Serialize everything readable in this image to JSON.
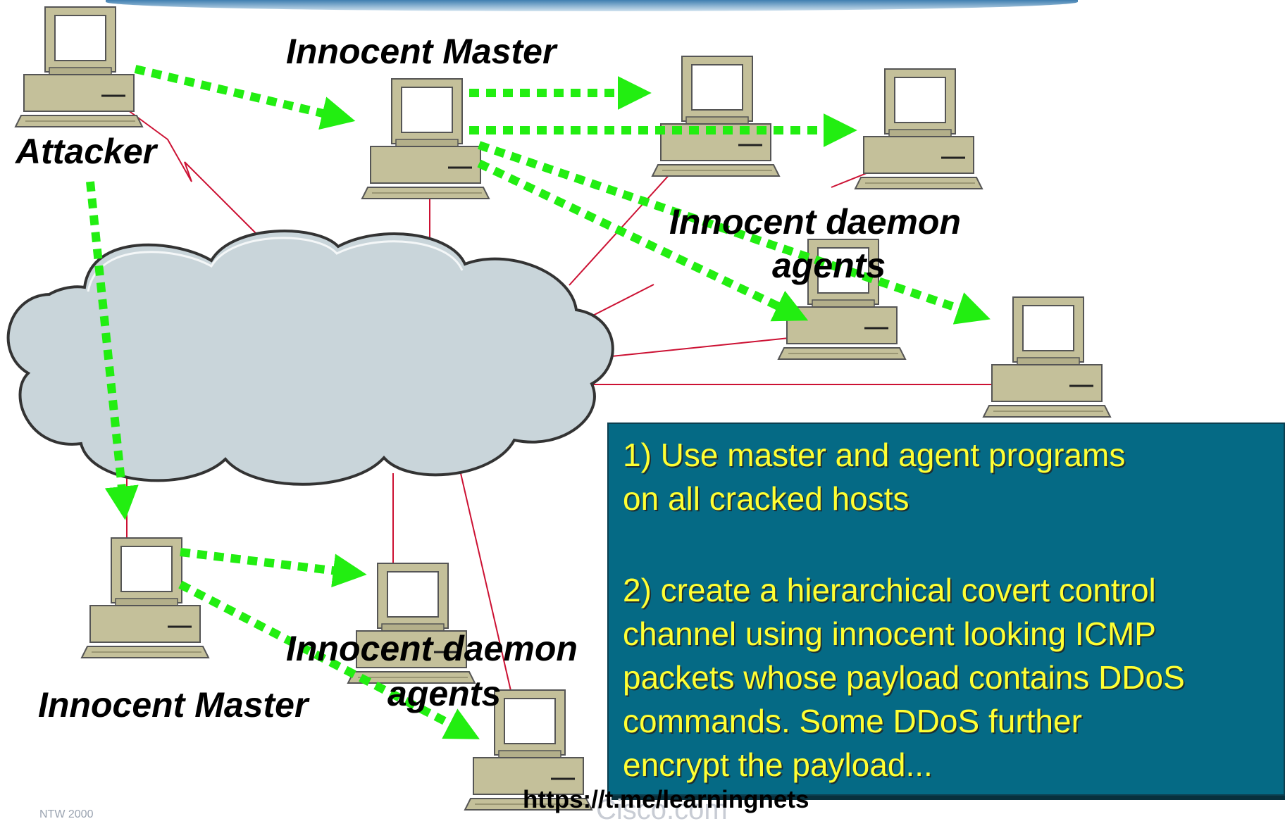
{
  "labels": {
    "attacker": "Attacker",
    "master_top": "Innocent Master",
    "daemon_top_line1": "Innocent daemon",
    "daemon_top_line2": "agents",
    "master_bottom": "Innocent Master",
    "daemon_bottom_line1": "Innocent  daemon",
    "daemon_bottom_line2": "agents"
  },
  "textbox": {
    "point1_line1": "1) Use master and agent programs",
    "point1_line2": "on all cracked hosts",
    "point2_line1": "2) create a hierarchical covert control",
    "point2_line2": "channel using innocent looking ICMP",
    "point2_line3": "packets whose payload contains DDoS",
    "point2_line4": "commands. Some DDoS further",
    "point2_line5": "encrypt the payload..."
  },
  "footer": {
    "url": "https://t.me/learningnets",
    "left": "NTW 2000",
    "center": "Cisco.com"
  },
  "colors": {
    "arrow": "#22ee11",
    "link": "#cc1133",
    "cloud_fill": "#c9d5da",
    "computer": "#c4c09a",
    "textbox_bg": "#056a85",
    "textbox_text": "#ffff33"
  },
  "icons": [
    "computer-icon",
    "network-cloud-icon"
  ]
}
